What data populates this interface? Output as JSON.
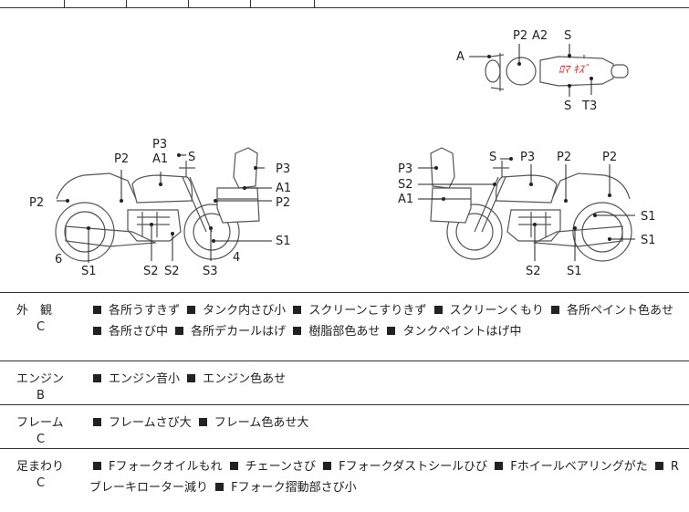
{
  "diagram": {
    "top_view": {
      "labels": [
        "A",
        "P2",
        "A2",
        "S",
        "S",
        "T3"
      ],
      "handwriting": "ﾛﾏ ｷｽﾞ"
    },
    "left_view": {
      "labels": [
        "P3",
        "A1",
        "S",
        "P2",
        "P3",
        "A1",
        "P2",
        "P2",
        "S1",
        "4",
        "6",
        "S1",
        "S2",
        "S2",
        "S3"
      ]
    },
    "right_view": {
      "labels": [
        "S",
        "P3",
        "P2",
        "P2",
        "P3",
        "S2",
        "A1",
        "S1",
        "S1",
        "S2",
        "S1"
      ]
    }
  },
  "sections": [
    {
      "name": "外　観",
      "grade": "C",
      "items": [
        "各所うすきず",
        "タンク内さび小",
        "スクリーンこすりきず",
        "スクリーンくもり",
        "各所ペイント色あせ",
        "各所さび中",
        "各所デカールはげ",
        "樹脂部色あせ",
        "タンクペイントはげ中"
      ]
    },
    {
      "name": "エンジン",
      "grade": "B",
      "items": [
        "エンジン音小",
        "エンジン色あせ"
      ]
    },
    {
      "name": "フレーム",
      "grade": "C",
      "items": [
        "フレームさび大",
        "フレーム色あせ大"
      ]
    },
    {
      "name": "足まわり",
      "grade": "C",
      "items": [
        "Fフォークオイルもれ",
        "チェーンさび",
        "Fフォークダストシールひび",
        "Fホイールベアリングがた",
        "Rブレーキローター減り",
        "Fフォーク摺動部さび小"
      ]
    }
  ]
}
